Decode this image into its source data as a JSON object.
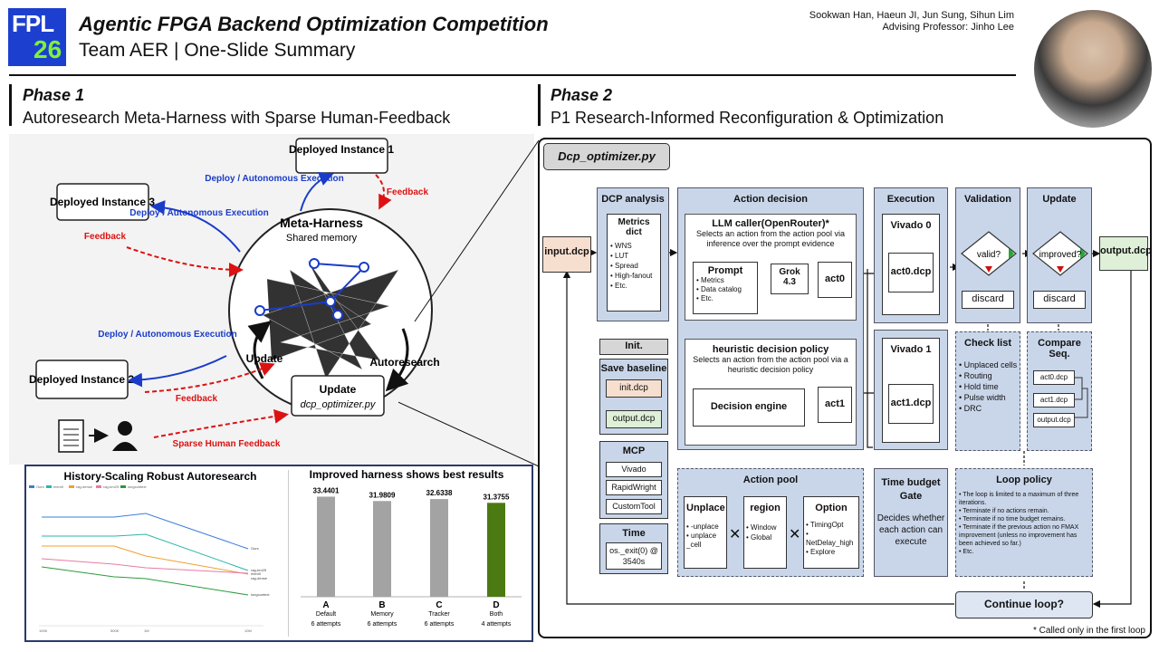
{
  "header": {
    "logo_top": "FPL",
    "logo_bottom": "26",
    "title": "Agentic FPGA Backend Optimization Competition",
    "subtitle": "Team AER | One-Slide Summary",
    "authors": "Sookwan Han, Haeun JI, Jun Sung, Sihun Lim",
    "advisor": "Advising Professor: Jinho Lee"
  },
  "phase1": {
    "title": "Phase 1",
    "subtitle": "Autoresearch Meta-Harness with Sparse Human-Feedback"
  },
  "phase2": {
    "title": "Phase 2",
    "subtitle": "P1 Research-Informed Reconfiguration & Optimization"
  },
  "diagram": {
    "deployed1": "Deployed Instance 1",
    "deployed2": "Deployed Instance 2",
    "deployed3": "Deployed Instance 3",
    "deploy_exec": "Deploy / Autonomous Execution",
    "feedback": "Feedback",
    "sparse_feedback": "Sparse Human Feedback",
    "meta_title": "Meta-Harness",
    "meta_sub": "Shared memory",
    "update": "Update",
    "autoresearch": "Autoresearch",
    "update_box": "Update",
    "update_file": "dcp_optimizer.py"
  },
  "history_chart": {
    "title": "History-Scaling Robust Autoresearch",
    "legend": [
      "Ours",
      "mem0",
      "rag-dense",
      "rag-bm25",
      "longcontext"
    ],
    "x_ticks": [
      "100K",
      "500K",
      "1M",
      "10M"
    ],
    "end_labels": [
      "Ours",
      "rag-bm25",
      "mem0",
      "rag-dense",
      "longcontext"
    ]
  },
  "chart_data": {
    "type": "bar",
    "title": "Improved harness shows best results",
    "categories": [
      "A",
      "B",
      "C",
      "D"
    ],
    "sublabels": [
      "Default",
      "Memory",
      "Tracker",
      "Both"
    ],
    "attempts": [
      "6 attempts",
      "6 attempts",
      "6 attempts",
      "4 attempts"
    ],
    "values": [
      33.4401,
      31.9809,
      32.6338,
      31.3755
    ],
    "value_labels": [
      "33.4401",
      "31.9809",
      "32.6338",
      "31.3755"
    ],
    "ylim": [
      0,
      36
    ],
    "colors": [
      "#a3a3a3",
      "#a3a3a3",
      "#a3a3a3",
      "#4c7a12"
    ]
  },
  "flow": {
    "file": "Dcp_optimizer.py",
    "input": "input.dcp",
    "output": "output.dcp",
    "dcp_analysis": "DCP analysis",
    "metrics_dict": "Metrics dict",
    "metrics": [
      "WNS",
      "LUT",
      "Spread",
      "High-fanout",
      "Etc."
    ],
    "action_decision": "Action decision",
    "llm_caller": "LLM caller(OpenRouter)*",
    "llm_desc": "Selects an action from the action pool via inference over the prompt evidence",
    "prompt": "Prompt",
    "prompt_items": [
      "Metrics",
      "Data catalog",
      "Etc."
    ],
    "grok": "Grok 4.3",
    "act0": "act0",
    "heuristic": "heuristic decision policy",
    "heuristic_desc": "Selects an action from the action pool via a heuristic decision policy",
    "decision_engine": "Decision engine",
    "act1": "act1",
    "execution": "Execution",
    "vivado0": "Vivado 0",
    "act0_dcp": "act0.dcp",
    "vivado1": "Vivado 1",
    "act1_dcp": "act1.dcp",
    "validation": "Validation",
    "valid": "valid?",
    "discard": "discard",
    "update": "Update",
    "improved": "improved?",
    "checklist_title": "Check list",
    "checklist": [
      "Unplaced cells",
      "Routing",
      "Hold time",
      "Pulse width",
      "DRC"
    ],
    "compare_title": "Compare Seq.",
    "compare": [
      "act0.dcp",
      "act1.dcp",
      "output.dcp"
    ],
    "init": "Init.",
    "save_baseline": "Save baseline",
    "init_dcp": "init.dcp",
    "output_dcp": "output.dcp",
    "mcp": "MCP",
    "mcp_items": [
      "Vivado",
      "RapidWright",
      "CustomTool"
    ],
    "time": "Time",
    "time_val": "os._exit(0) @ 3540s",
    "action_pool": "Action pool",
    "unplace": "Unplace",
    "unplace_items": [
      "-unplace",
      "unplace _cell"
    ],
    "region": "region",
    "region_items": [
      "Window",
      "Global"
    ],
    "option": "Option",
    "option_items": [
      "TimingOpt",
      "NetDelay_high",
      "Explore"
    ],
    "time_budget": "Time budget Gate",
    "time_budget_desc": "Decides whether each action can execute",
    "loop_policy": "Loop policy",
    "loop_items": [
      "The loop is limited to a maximum of three iterations.",
      "Terminate if no actions remain.",
      "Terminate if no time budget remains.",
      "Terminate if the previous action no FMAX improvement (unless no improvement has been achieved so far.)",
      "Etc."
    ],
    "continue_loop": "Continue loop?",
    "footnote": "* Called only in the first loop"
  }
}
